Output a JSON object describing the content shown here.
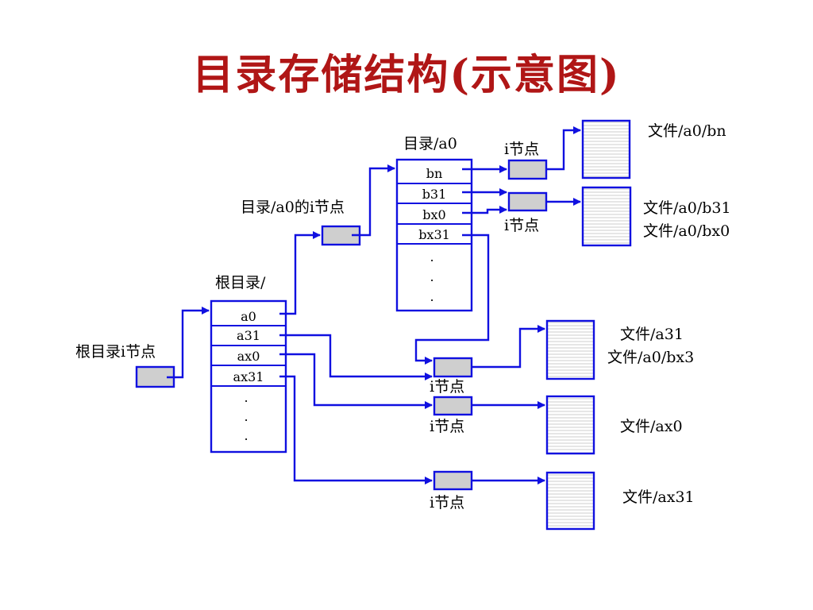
{
  "title": "目录存储结构(示意图)",
  "colors": {
    "title": "#b01616",
    "line": "#1010e0",
    "box_border": "#1010e0",
    "inode_fill": "#cfcfcf",
    "page_stripe": "#d6d6d6",
    "text": "#000000"
  },
  "labels": {
    "root_inode": "根目录i节点",
    "root_dir": "根目录/",
    "a0_inode": "目录/a0的i节点",
    "dir_a0": "目录/a0",
    "inode": "i节点"
  },
  "root_dir_entries": [
    "a0",
    "a31",
    "ax0",
    "ax31"
  ],
  "a0_dir_entries": [
    "bn",
    "b31",
    "bx0",
    "bx31"
  ],
  "ellipsis": ".",
  "files": {
    "a0_bn": "文件/a0/bn",
    "a0_b31": "文件/a0/b31",
    "a0_bx0": "文件/a0/bx0",
    "a31": "文件/a31",
    "a0_bx3": "文件/a0/bx3",
    "ax0": "文件/ax0",
    "ax31": "文件/ax31"
  }
}
